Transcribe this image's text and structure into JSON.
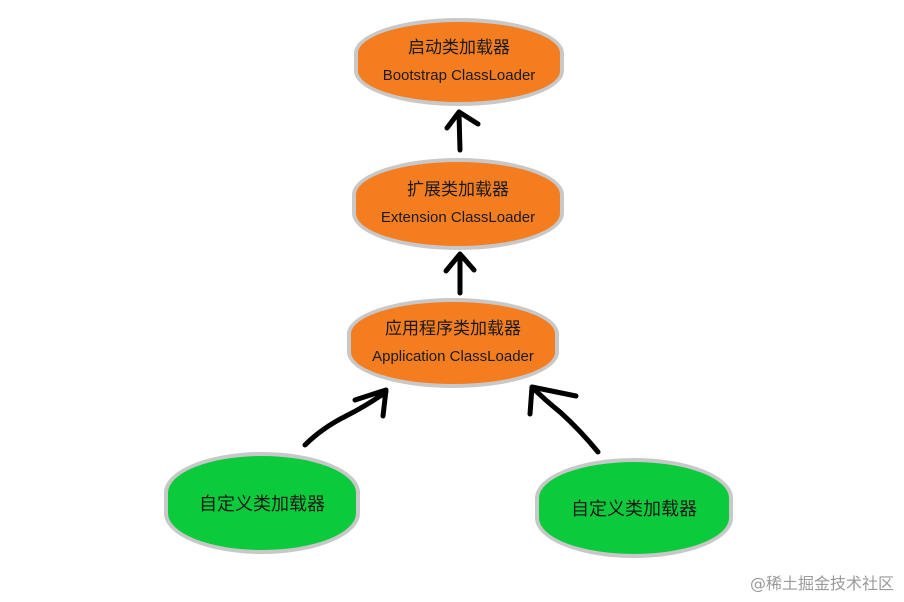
{
  "nodes": {
    "bootstrap": {
      "name": "启动类加载器",
      "english": "Bootstrap ClassLoader",
      "color": "#f47d20"
    },
    "extension": {
      "name": "扩展类加载器",
      "english": "Extension ClassLoader",
      "color": "#f47d20"
    },
    "application": {
      "name": "应用程序类加载器",
      "english": "Application ClassLoader",
      "color": "#f47d20"
    },
    "custom_left": {
      "name": "自定义类加载器",
      "color": "#0bca3b"
    },
    "custom_right": {
      "name": "自定义类加载器",
      "color": "#0bca3b"
    }
  },
  "edges": [
    {
      "from": "extension",
      "to": "bootstrap"
    },
    {
      "from": "application",
      "to": "extension"
    },
    {
      "from": "custom_left",
      "to": "application"
    },
    {
      "from": "custom_right",
      "to": "application"
    }
  ],
  "watermark": "@稀土掘金技术社区"
}
